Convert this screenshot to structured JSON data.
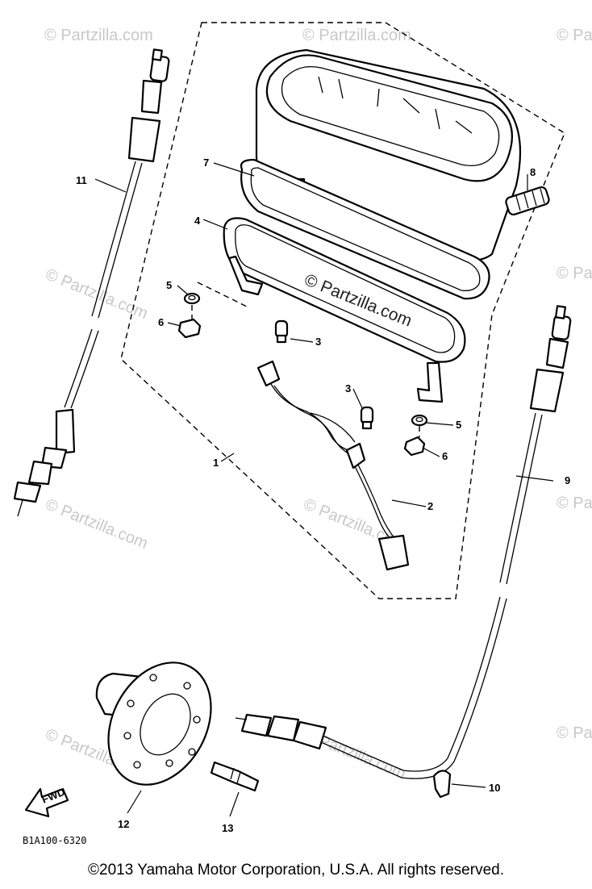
{
  "watermark": {
    "brand": "© Partzilla.com",
    "main": "© Partzilla.com"
  },
  "callouts": {
    "c1": "1",
    "c2": "2",
    "c3a": "3",
    "c3b": "3",
    "c4": "4",
    "c5a": "5",
    "c5b": "5",
    "c6a": "6",
    "c6b": "6",
    "c7": "7",
    "c8": "8",
    "c9": "9",
    "c10": "10",
    "c11": "11",
    "c12": "12",
    "c13": "13"
  },
  "fwd_label": "FWD",
  "diagram_code": "B1A100-6320",
  "copyright": "©2013 Yamaha Motor Corporation, U.S.A. All rights reserved."
}
